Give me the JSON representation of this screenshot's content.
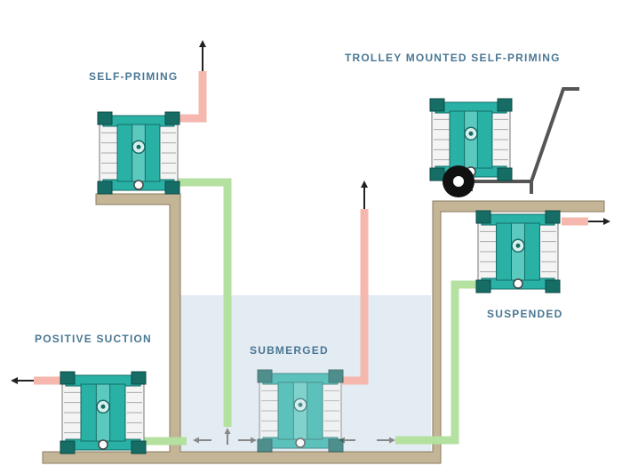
{
  "labels": {
    "self_priming": "SELF-PRIMING",
    "trolley_mounted": "TROLLEY MOUNTED SELF-PRIMING",
    "suspended": "SUSPENDED",
    "positive_suction": "POSITIVE SUCTION",
    "submerged": "SUBMERGED"
  },
  "colors": {
    "label_text": "#4a7793",
    "ground": "#c4b596",
    "ground_edge": "#8a7c62",
    "pump_body": "#29b1a6",
    "pump_dark": "#156d66",
    "discharge_pipe": "#f6b8ae",
    "suction_pipe": "#b4e0a0",
    "water": "#e3ebf3",
    "trolley": "#555555"
  }
}
